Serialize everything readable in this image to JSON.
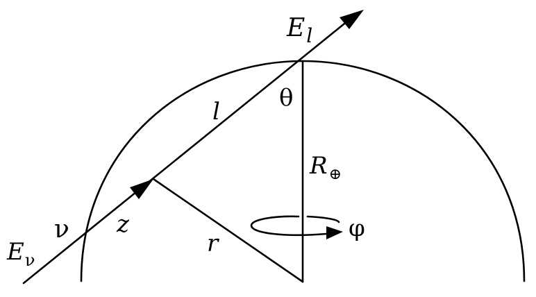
{
  "labels": {
    "lepton_energy": {
      "main": "E",
      "sub": "l"
    },
    "path_length": "l",
    "zenith_angle": "θ",
    "earth_radius": {
      "main": "R",
      "sub": "⊕"
    },
    "neutrino": "ν",
    "neutrino_energy": {
      "main": "E",
      "sub": "ν"
    },
    "depth": "z",
    "radius": "r",
    "azimuth": "φ"
  },
  "colors": {
    "ink": "#000000",
    "background": "#ffffff"
  }
}
